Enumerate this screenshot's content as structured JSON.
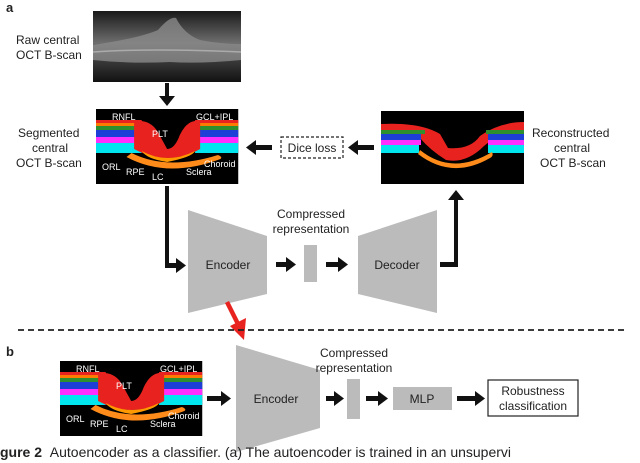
{
  "panel_a": {
    "letter": "a",
    "raw_label": [
      "Raw central",
      "OCT B-scan"
    ],
    "segmented_label": [
      "Segmented",
      "central",
      "OCT B-scan"
    ],
    "reconstructed_label": [
      "Reconstructed",
      "central",
      "OCT B-scan"
    ],
    "dice_loss": "Dice loss",
    "encoder": "Encoder",
    "decoder": "Decoder",
    "compressed": [
      "Compressed",
      "representation"
    ],
    "tissue_labels": {
      "rnfl": "RNFL",
      "gcl_ipl": "GCL+IPL",
      "plt": "PLT",
      "orl": "ORL",
      "rpe": "RPE",
      "lc": "LC",
      "sclera": "Sclera",
      "choroid": "Choroid"
    }
  },
  "panel_b": {
    "letter": "b",
    "encoder": "Encoder",
    "compressed": [
      "Compressed",
      "representation"
    ],
    "mlp": "MLP",
    "robustness": [
      "Robustness",
      "classification"
    ],
    "tissue_labels": {
      "rnfl": "RNFL",
      "gcl_ipl": "GCL+IPL",
      "plt": "PLT",
      "orl": "ORL",
      "rpe": "RPE",
      "lc": "LC",
      "sclera": "Sclera",
      "choroid": "Choroid"
    }
  },
  "caption": {
    "number": "gure 2",
    "text": "Autoencoder as a classifier. (a) The autoencoder is trained in an unsupervi"
  },
  "colors": {
    "arrow": "#111111",
    "red_arrow": "#e8231f",
    "block": "#bbbbbb",
    "divider": "#222222"
  }
}
